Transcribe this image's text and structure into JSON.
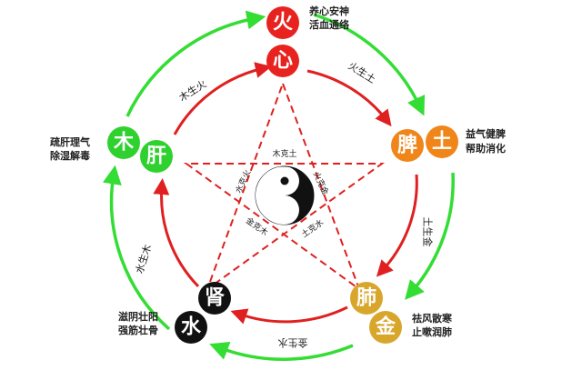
{
  "colors": {
    "fire": "#e8231f",
    "earth": "#f0861a",
    "metal": "#d9a62c",
    "water": "#111111",
    "wood": "#2fd12f",
    "sheng": "#33dd33",
    "sheng_inner": "#e02020",
    "ke": "#e02020"
  },
  "elements": {
    "fire": {
      "element": "火",
      "organ": "心",
      "desc": [
        "养心安神",
        "活血通络"
      ]
    },
    "earth": {
      "element": "土",
      "organ": "脾",
      "desc": [
        "益气健脾",
        "帮助消化"
      ]
    },
    "metal": {
      "element": "金",
      "organ": "肺",
      "desc": [
        "祛风散寒",
        "止嗽润肺"
      ]
    },
    "water": {
      "element": "水",
      "organ": "肾",
      "desc": [
        "滋阴壮阳",
        "强筋壮骨"
      ]
    },
    "wood": {
      "element": "木",
      "organ": "肝",
      "desc": [
        "疏肝理气",
        "除湿解毒"
      ]
    }
  },
  "sheng_labels": [
    "木生火",
    "火生土",
    "土生金",
    "金生水",
    "水生木"
  ],
  "ke_labels": [
    "木克土",
    "火克金",
    "土克水",
    "金克木",
    "水克火"
  ]
}
